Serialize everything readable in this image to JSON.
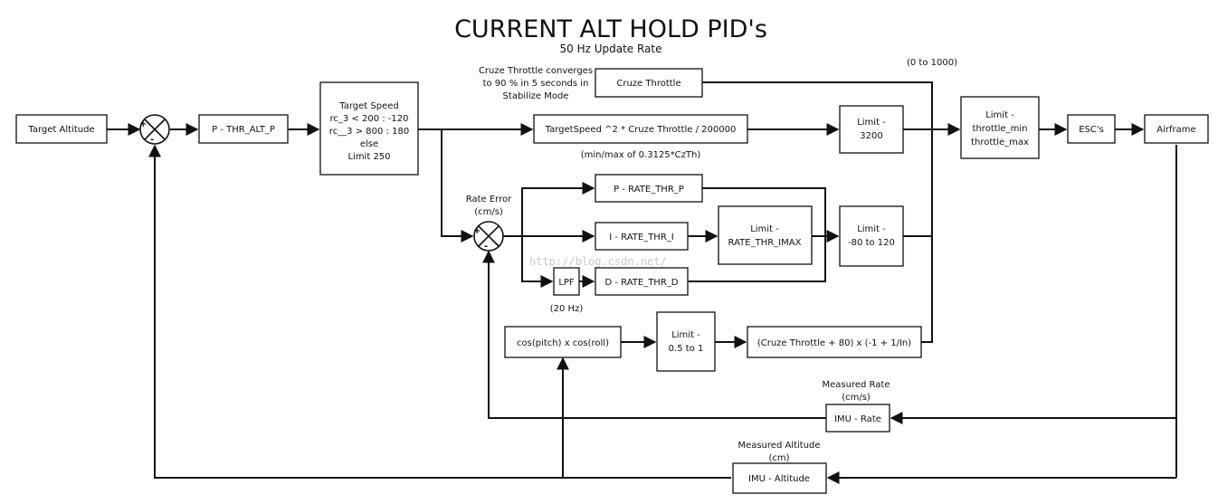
{
  "title": "CURRENT ALT HOLD PID's",
  "subtitle": "50 Hz Update Rate",
  "blocks": {
    "target_altitude": "Target Altitude",
    "p_thr_alt": "P - THR_ALT_P",
    "target_speed": [
      "Target Speed",
      "rc_3 < 200 : -120",
      "rc__3 > 800 : 180",
      "else",
      "Limit 250"
    ],
    "cruze_throttle": "Cruze Throttle",
    "target_speed_formula": "TargetSpeed ^2 * Cruze Throttle / 200000",
    "limit_3200": [
      "Limit -",
      "3200"
    ],
    "limit_throttle": [
      "Limit -",
      "throttle_min",
      "throttle_max"
    ],
    "escs": "ESC's",
    "airframe": "Airframe",
    "p_rate": "P - RATE_THR_P",
    "i_rate": "I - RATE_THR_I",
    "d_rate": "D - RATE_THR_D",
    "lpf": "LPF",
    "limit_imax": [
      "Limit -",
      "RATE_THR_IMAX"
    ],
    "limit_80_120": [
      "Limit -",
      "-80 to 120"
    ],
    "cos_block": "cos(pitch) x cos(roll)",
    "limit_05_1": [
      "Limit -",
      "0.5 to 1"
    ],
    "cruze_formula": "(Cruze Throttle + 80) x (-1 + 1/In)",
    "imu_rate": "IMU - Rate",
    "imu_altitude": "IMU - Altitude"
  },
  "annotations": {
    "cruze_note": [
      "Cruze Throttle converges",
      "to 90 % in 5 seconds in",
      "Stabilize Mode"
    ],
    "range_0_1000": "(0 to 1000)",
    "min_max": "(min/max of 0.3125*CzTh)",
    "rate_error": [
      "Rate Error",
      "(cm/s)"
    ],
    "lpf_hz": "(20 Hz)",
    "measured_rate": [
      "Measured Rate",
      "(cm/s)"
    ],
    "measured_altitude": [
      "Measured Altitude",
      "(cm)"
    ],
    "watermark": "http://blog.csdn.net/"
  },
  "signs": {
    "plus": "+",
    "minus": "-"
  }
}
